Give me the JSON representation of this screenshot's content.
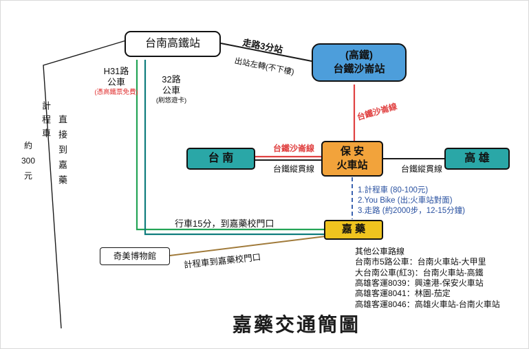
{
  "title": "嘉藥交通簡圖",
  "nodes": {
    "hsr_tainan": {
      "label": "台南高鐵站"
    },
    "shalun": {
      "line1": "(高鐵)",
      "line2": "台鐵沙崙站"
    },
    "tainan": {
      "label": "台 南"
    },
    "baoan": {
      "line1": "保 安",
      "line2": "火車站"
    },
    "kaohsiung": {
      "label": "高 雄"
    },
    "chiayao": {
      "label": "嘉 藥"
    },
    "chimei": {
      "label": "奇美博物館"
    }
  },
  "edges": {
    "walk": {
      "line1": "走路3分站",
      "line2": "出站左轉(不下樓)"
    },
    "h31": {
      "line1": "H31路",
      "line2": "公車",
      "note": "(憑高鐵票免費)"
    },
    "bus32": {
      "line1": "32路",
      "line2": "公車",
      "note": "(刷悠遊卡)"
    },
    "taxi_left": {
      "vert1": "計程車",
      "vert2": "直接到嘉藥",
      "price": [
        "約",
        "300",
        "元"
      ]
    },
    "shalun_line_vertical": "台鐵沙崙線",
    "shalun_line_horizontal": "台鐵沙崙線",
    "trunk_line_west": "台鐵縱貫線",
    "trunk_line_east": "台鐵縱貫線",
    "baoan_to_chiayao": [
      "1.計程車 (80-100元)",
      "2.You Bike (出;火車站對面)",
      "3.走路 (約2000步，12-15分鐘)"
    ],
    "drive15": "行車15分，到嘉藥校門口",
    "taxi_chimei": "計程車到嘉藥校門口"
  },
  "other_routes": {
    "heading": "其他公車路線",
    "lines": [
      "台南市5路公車：台南火車站-大甲里",
      "大台南公車(紅3)：台南火車站-高鐵",
      "高雄客運8039：興達港-保安火車站",
      "高雄客運8041：林園-茄定",
      "高雄客運8046：高雄火車站-台南火車站"
    ]
  },
  "colors": {
    "red": "#E04040",
    "green": "#23A455",
    "teal": "#0E7C7C",
    "blue": "#3A62B0",
    "blue_text": "#2850A0",
    "brown": "#A07A3A",
    "note_red": "#E03030",
    "shalun_box": "#4D9EDB",
    "station_teal": "#2AA7A7",
    "baoan_orange": "#F2A33B",
    "chiayao_yellow": "#EFC41F"
  }
}
